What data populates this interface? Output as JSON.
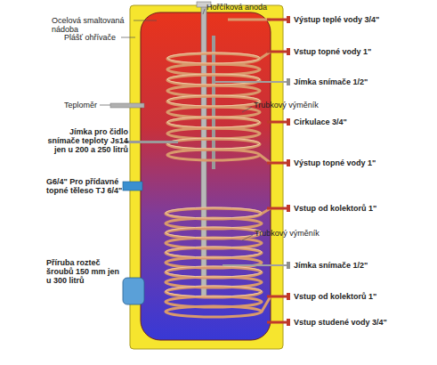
{
  "diagram": {
    "labels": [
      "Hořčíková anoda",
      "Výstup teplé vody 3/4\"",
      "Ocelová smaltovaná nádoba",
      "Plášť ohřívače",
      "Vstup topné vody 1\"",
      "Jímka snímače 1/2\"",
      "Teploměr",
      "Trubkový výměník",
      "Cirkulace 3/4\"",
      "Jímka pro čidlo snímače teploty Js14 jen u 200 a 250 litrů",
      "Výstup topné vody 1\"",
      "G6/4\" Pro přídavné topné těleso TJ 6/4\"",
      "Vstup od kolektorů 1\"",
      "Trubkový výměník",
      "Příruba rozteč šroubů 150 mm jen u 300 litrů",
      "Jímka snímače 1/2\"",
      "Vstup od kolektorů 1\"",
      "Vstup studené vody 3/4\""
    ]
  }
}
